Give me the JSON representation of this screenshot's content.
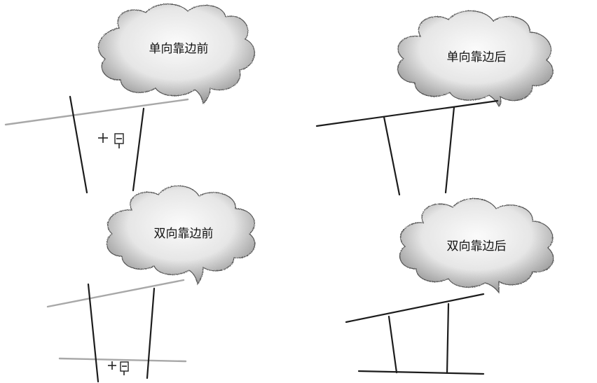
{
  "diagram": {
    "panels": [
      {
        "id": "one-way-before",
        "caption": "单向靠边前"
      },
      {
        "id": "one-way-after",
        "caption": "单向靠边后"
      },
      {
        "id": "two-way-before",
        "caption": "双向靠边前"
      },
      {
        "id": "two-way-after",
        "caption": "双向靠边后"
      }
    ],
    "colors": {
      "dark_line": "#1c1c1c",
      "light_line": "#a8a8a8",
      "cloud_light": "#f4f4f4",
      "cloud_dark": "#7a7a7a"
    }
  }
}
